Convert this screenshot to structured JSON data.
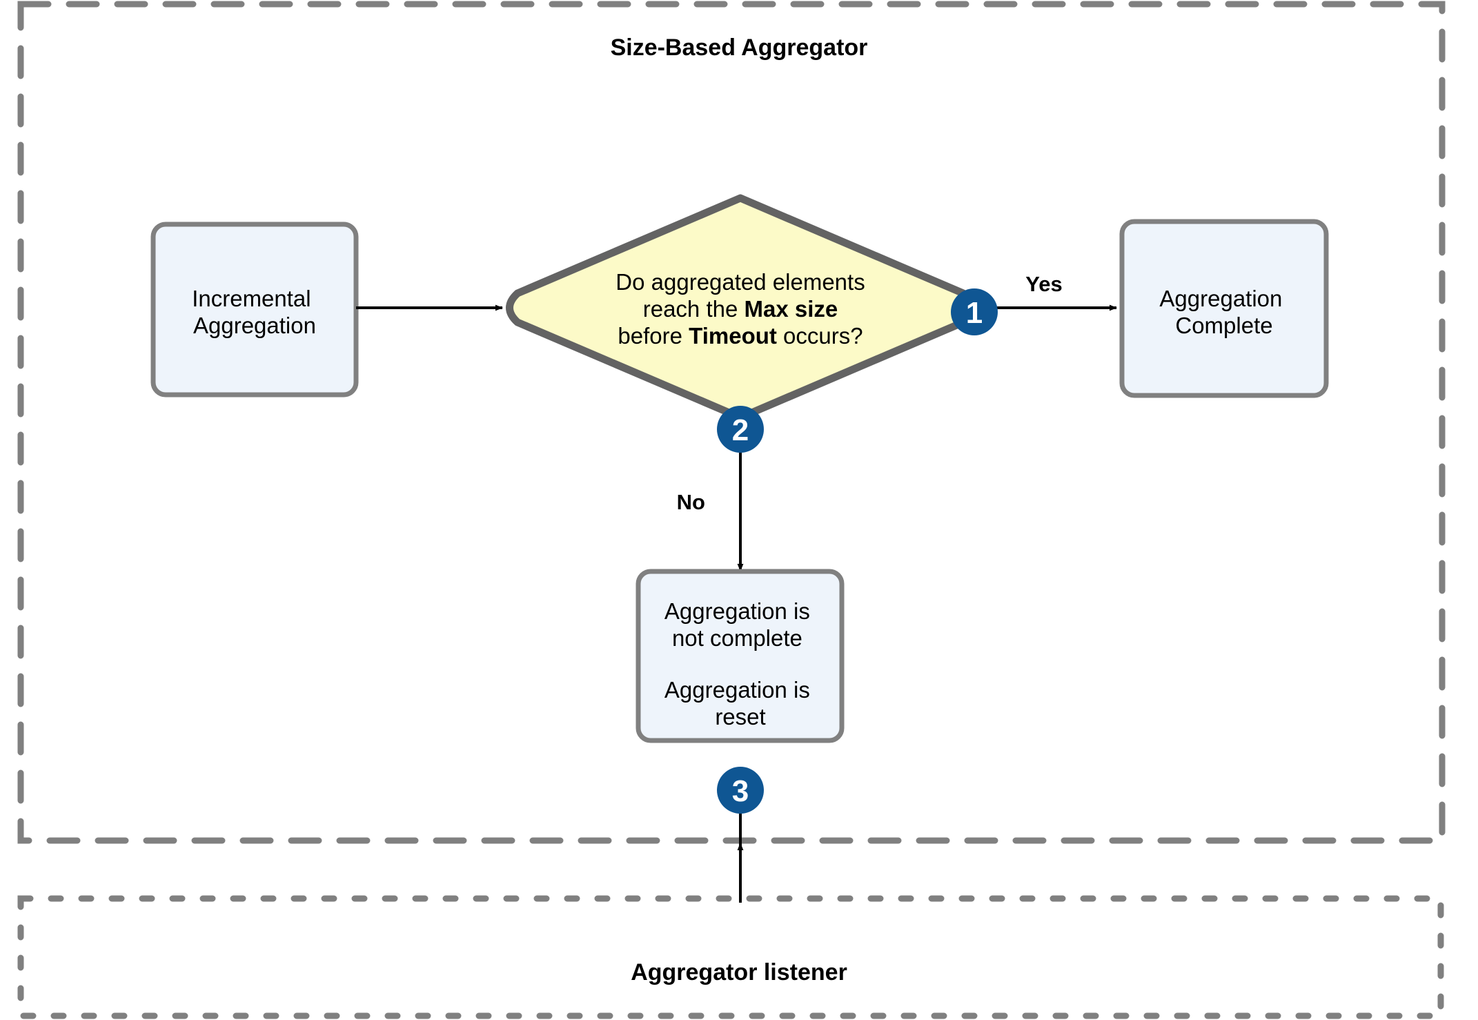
{
  "diagram": {
    "title": "Size-Based Aggregator",
    "containers": [
      {
        "id": "size-based-aggregator",
        "label": "Size-Based Aggregator",
        "border_style": "dashed",
        "label_position": "top"
      },
      {
        "id": "aggregator-listener",
        "label": "Aggregator listener",
        "border_style": "dotted",
        "label_position": "bottom"
      }
    ],
    "nodes": [
      {
        "id": "incremental-aggregation",
        "shape": "rounded-rect",
        "lines": [
          "Incremental",
          "Aggregation"
        ],
        "fill": "#eef4fb",
        "stroke": "#808080"
      },
      {
        "id": "decision-max-size-timeout",
        "shape": "diamond",
        "lines": [
          {
            "segments": [
              {
                "text": "Do aggregated elements",
                "bold": false
              }
            ]
          },
          {
            "segments": [
              {
                "text": "reach the ",
                "bold": false
              },
              {
                "text": "Max size",
                "bold": true
              }
            ]
          },
          {
            "segments": [
              {
                "text": "before ",
                "bold": false
              },
              {
                "text": "Timeout",
                "bold": true
              },
              {
                "text": " occurs?",
                "bold": false
              }
            ]
          }
        ],
        "fill": "#fcfac8",
        "stroke": "#636363"
      },
      {
        "id": "aggregation-complete",
        "shape": "rounded-rect",
        "lines": [
          "Aggregation",
          "Complete"
        ],
        "fill": "#eef4fb",
        "stroke": "#808080"
      },
      {
        "id": "aggregation-not-complete-reset",
        "shape": "rounded-rect",
        "lines": [
          "Aggregation is",
          "not complete",
          "",
          "Aggregation is",
          "reset"
        ],
        "fill": "#eef4fb",
        "stroke": "#808080"
      }
    ],
    "edges": [
      {
        "id": "incremental-to-decision",
        "from": "incremental-aggregation",
        "to": "decision-max-size-timeout",
        "label": ""
      },
      {
        "id": "decision-yes-to-complete",
        "from": "decision-max-size-timeout",
        "to": "aggregation-complete",
        "label": "Yes"
      },
      {
        "id": "decision-no-to-reset",
        "from": "decision-max-size-timeout",
        "to": "aggregation-not-complete-reset",
        "label": "No"
      },
      {
        "id": "listener-to-reset",
        "from": "aggregator-listener",
        "to": "aggregation-not-complete-reset",
        "label": ""
      }
    ],
    "markers": [
      {
        "id": "marker-1",
        "number": "1",
        "on_edge": "decision-yes-to-complete"
      },
      {
        "id": "marker-2",
        "number": "2",
        "on_edge": "decision-no-to-reset"
      },
      {
        "id": "marker-3",
        "number": "3",
        "on_edge": "listener-to-reset"
      }
    ],
    "colors": {
      "marker_fill": "#0f5693",
      "marker_text": "#ffffff",
      "box_fill": "#eef4fb",
      "box_stroke": "#808080",
      "diamond_fill": "#fcfac8",
      "diamond_stroke": "#636363",
      "container_stroke": "#808080",
      "edge_stroke": "#000000",
      "background": "#ffffff"
    }
  }
}
